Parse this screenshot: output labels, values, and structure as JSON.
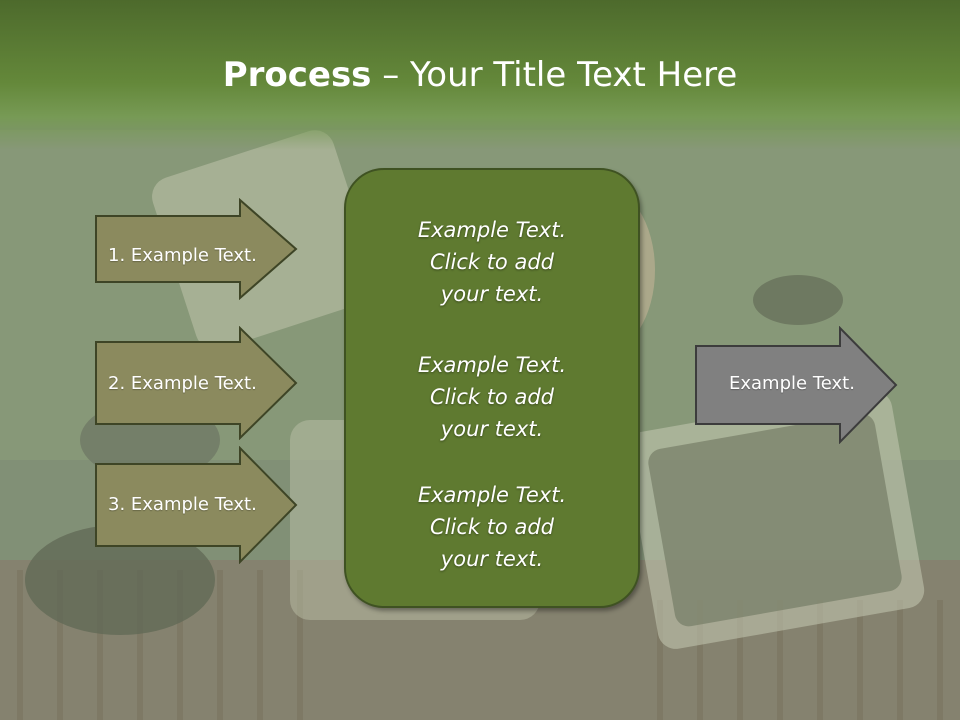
{
  "slide": {
    "title_bold": "Process",
    "title_rest": " – Your Title Text Here",
    "steps": [
      {
        "label": "1. Example Text."
      },
      {
        "label": "2. Example Text."
      },
      {
        "label": "3. Example Text."
      }
    ],
    "center_box": {
      "blocks": [
        {
          "line1": "Example Text.",
          "line2": "Click  to add",
          "line3": "your text."
        },
        {
          "line1": "Example Text.",
          "line2": "Click  to add",
          "line3": "your text."
        },
        {
          "line1": "Example Text.",
          "line2": "Click  to add",
          "line3": "your text."
        }
      ]
    },
    "result_arrow": {
      "label": "Example Text."
    }
  },
  "colors": {
    "header_green": "#64883a",
    "step_arrow_fill": "#8b8a5e",
    "center_box_fill": "#5f7a30",
    "result_arrow_fill": "#808080"
  }
}
